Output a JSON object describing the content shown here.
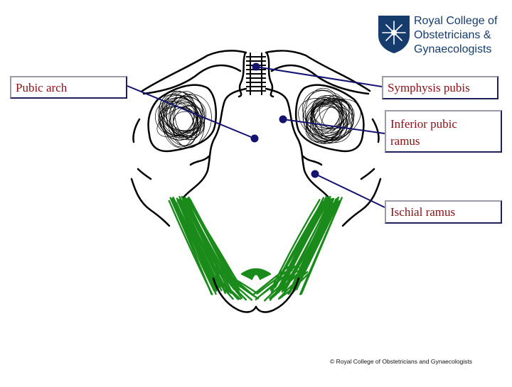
{
  "labels": {
    "pubic_arch": "Pubic arch",
    "symphysis_pubis": "Symphysis pubis",
    "inferior_pubic_ramus_line1": "Inferior pubic",
    "inferior_pubic_ramus_line2": "ramus",
    "ischial_ramus": "Ischial ramus"
  },
  "logo": {
    "line1": "Royal College of",
    "line2": "Obstetricians &",
    "line3": "Gynaecologists"
  },
  "copyright": "© Royal College of Obstetricians and Gynaecologists",
  "colors": {
    "label_text": "#8b0f14",
    "pointer": "#141470",
    "muscle": "#1a8a1a",
    "bone_outline": "#000000",
    "logo_blue": "#163c6e"
  }
}
